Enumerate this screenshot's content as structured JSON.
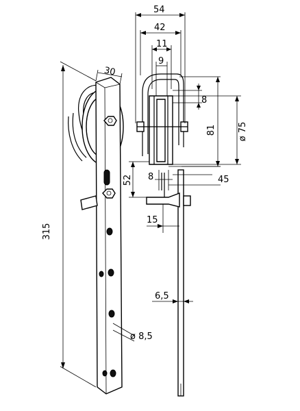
{
  "dimensions": {
    "overall_width": "54",
    "inner_width": "42",
    "flange_width": "11",
    "wheel_width": "9",
    "wheel_offset": "8",
    "height_81": "81",
    "diameter_75": "ø 75",
    "height_52": "52",
    "gap_8": "8",
    "height_45": "45",
    "bracket_15": "15",
    "plate_thickness": "6,5",
    "length_315": "315",
    "depth_30": "30",
    "hole_diameter": "ø 8,5"
  },
  "colors": {
    "line": "#000000",
    "background": "#ffffff"
  }
}
